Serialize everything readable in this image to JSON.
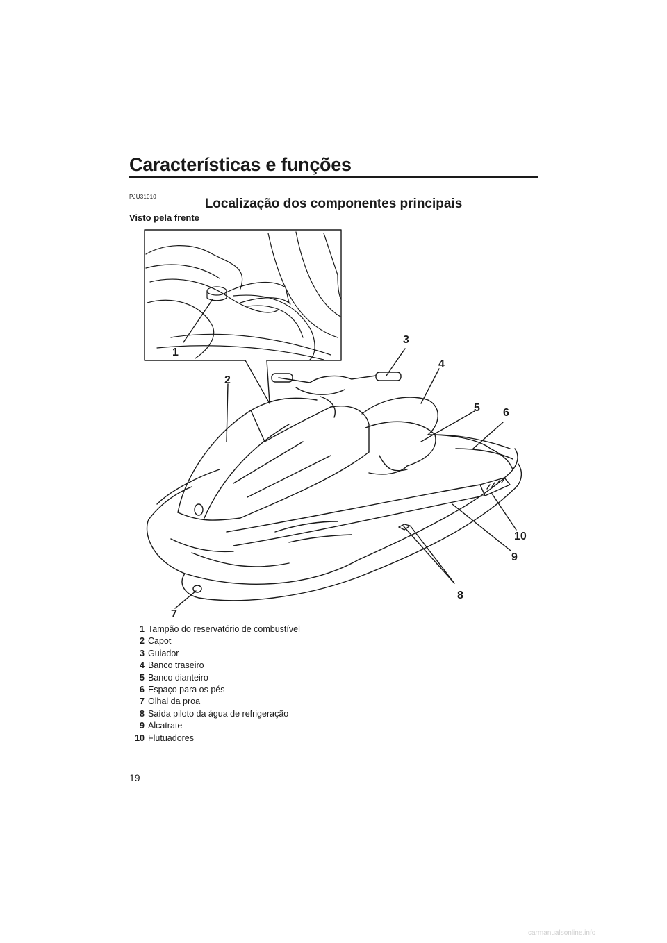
{
  "header": {
    "chapter_title": "Características e funções"
  },
  "section": {
    "code": "PJU31010",
    "title": "Localização dos componentes principais",
    "subtitle": "Visto pela frente"
  },
  "figure": {
    "callouts": [
      "1",
      "2",
      "3",
      "4",
      "5",
      "6",
      "7",
      "8",
      "9",
      "10"
    ]
  },
  "legend": [
    {
      "num": "1",
      "text": "Tampão do reservatório de combustível"
    },
    {
      "num": "2",
      "text": "Capot"
    },
    {
      "num": "3",
      "text": "Guiador"
    },
    {
      "num": "4",
      "text": "Banco traseiro"
    },
    {
      "num": "5",
      "text": "Banco dianteiro"
    },
    {
      "num": "6",
      "text": "Espaço para os pés"
    },
    {
      "num": "7",
      "text": "Olhal da proa"
    },
    {
      "num": "8",
      "text": "Saída piloto da água de refrigeração"
    },
    {
      "num": "9",
      "text": "Alcatrate"
    },
    {
      "num": "10",
      "text": "Flutuadores"
    }
  ],
  "footer": {
    "page_number": "19",
    "watermark": "carmanualsonline.info"
  }
}
